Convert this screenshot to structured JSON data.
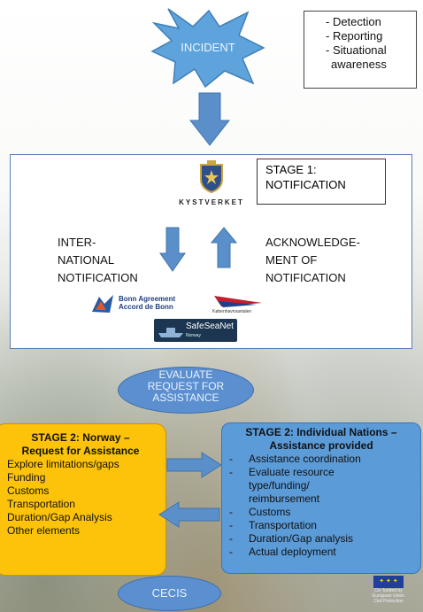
{
  "incident": {
    "label": "INCIDENT"
  },
  "bullets": [
    "- Detection",
    "- Reporting",
    "- Situational",
    "awareness"
  ],
  "stage1": {
    "title_line1": "STAGE 1:",
    "title_line2": "NOTIFICATION",
    "logo_text": "KYSTVERKET",
    "left_label": [
      "INTER-",
      "NATIONAL",
      "NOTIFICATION"
    ],
    "right_label": [
      "ACKNOWLEDGE-",
      "MENT OF",
      "NOTIFICATION"
    ],
    "bonn_line1": "Bonn Agreement",
    "bonn_line2": "Accord de Bonn",
    "kobenhavn": "Københavnsavtalen",
    "safeseanet": "SafeSeaNet",
    "safeseanet_sub": "Norway"
  },
  "evaluate": [
    "EVALUATE",
    "REQUEST FOR",
    "ASSISTANCE"
  ],
  "norway": {
    "title_line1": "STAGE 2: Norway –",
    "title_line2": "Request for Assistance",
    "items": [
      "Explore limitations/gaps",
      "Funding",
      "Customs",
      "Transportation",
      "Duration/Gap Analysis",
      "Other elements"
    ]
  },
  "nations": {
    "title_line1": "STAGE 2: Individual Nations –",
    "title_line2": "Assistance provided",
    "items": [
      [
        "Assistance coordination"
      ],
      [
        "Evaluate resource",
        "type/funding/",
        "reimbursement"
      ],
      [
        "Customs"
      ],
      [
        "Transportation"
      ],
      [
        "Duration/Gap analysis"
      ],
      [
        "Actual deployment"
      ]
    ]
  },
  "cecis": "CECIS",
  "eu": [
    "Co- funded by",
    "European Union",
    "Civil Protection"
  ],
  "colors": {
    "blue": "#5b9bd8",
    "yellow": "#fdc30a",
    "arrow": "#5b8fc9"
  }
}
